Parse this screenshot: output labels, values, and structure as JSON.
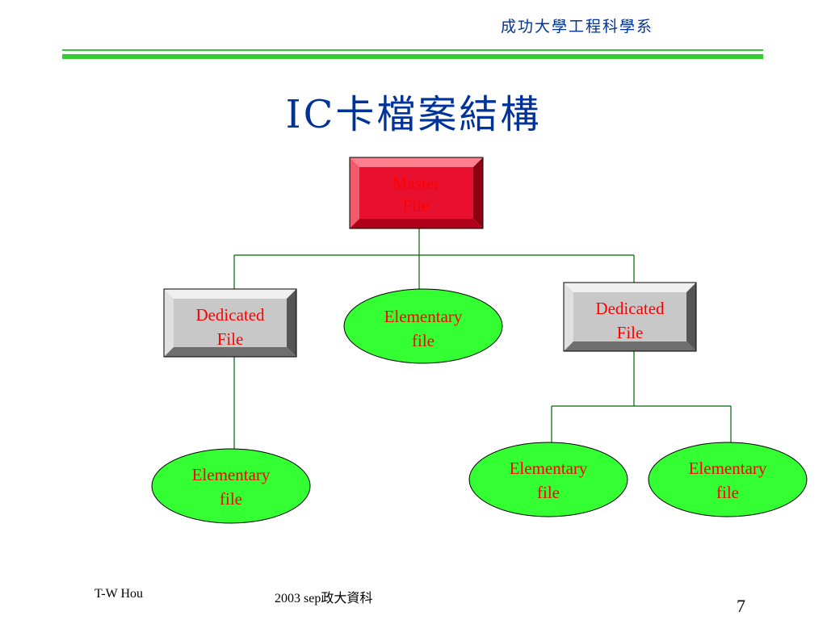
{
  "header": {
    "organization": "成功大學工程科學系"
  },
  "title": "IC卡檔案結構",
  "diagram": {
    "master": {
      "line1": "Master",
      "line2": "File"
    },
    "dedicated_left": {
      "line1": "Dedicated",
      "line2": "File"
    },
    "dedicated_right": {
      "line1": "Dedicated",
      "line2": "File"
    },
    "elementary_center": {
      "line1": "Elementary",
      "line2": "file"
    },
    "elementary_left": {
      "line1": "Elementary",
      "line2": "file"
    },
    "elementary_right1": {
      "line1": "Elementary",
      "line2": "file"
    },
    "elementary_right2": {
      "line1": "Elementary",
      "line2": "file"
    }
  },
  "colors": {
    "title": "#003399",
    "rule": "#33cc33",
    "connector": "#006600",
    "master_face": "#e8102e",
    "dedicated_face": "#c8c8c8",
    "elementary_fill": "#33ff33",
    "node_text": "#ff0000"
  },
  "footer": {
    "author": "T-W Hou",
    "source": "2003 sep政大資科",
    "page": "7"
  }
}
